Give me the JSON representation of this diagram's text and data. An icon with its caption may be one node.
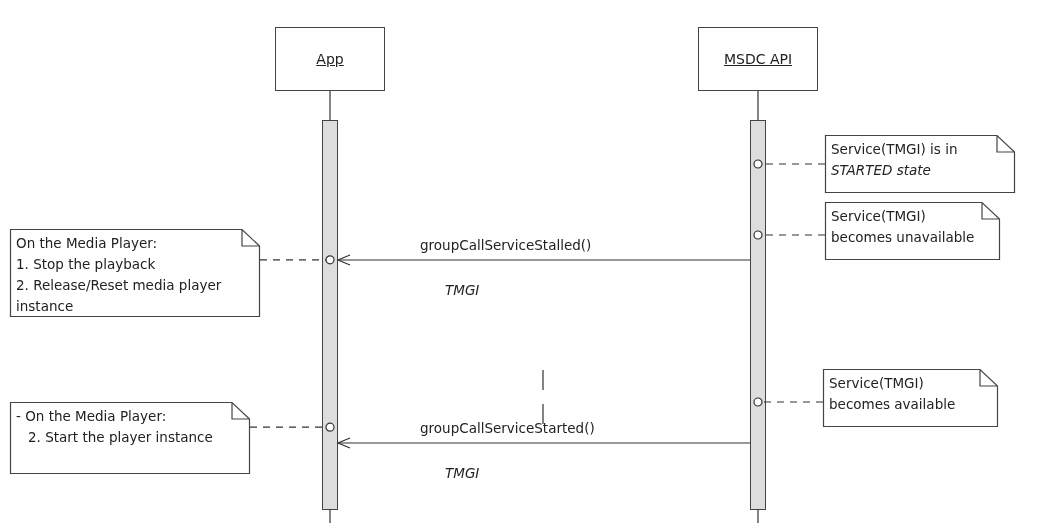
{
  "diagram": {
    "nodes": [
      {
        "text": [
          "App"
        ]
      },
      {
        "text": [
          "MSDC API"
        ]
      },
      {
        "text": [],
        "shape": "bar"
      },
      {
        "text": [],
        "shape": "bar"
      },
      {
        "text": [
          "On the Media Player:",
          "1. Stop the playback",
          "2. Release/Reset media player instance"
        ]
      },
      {
        "text": [
          "- On the Media Player:",
          "2. Start the player instance"
        ]
      },
      {
        "text": [
          "Service(TMGI) is in *STARTED state*"
        ]
      },
      {
        "text": [
          "Service(TMGI) becomes unavailable"
        ]
      },
      {
        "text": [
          "Service(TMGI) becomes available"
        ]
      }
    ],
    "edges": [
      {
        "from": 0,
        "to": 2,
        "arrow": "none"
      },
      {
        "from": 1,
        "to": 3,
        "arrow": "none"
      },
      {
        "from": 3,
        "to": 2,
        "arrow": "to",
        "label": "groupCallServiceStalled()"
      },
      {
        "from": 3,
        "to": 2,
        "arrow": "to",
        "label": "groupCallServiceStarted()"
      },
      {
        "from": 4,
        "to": 2,
        "arrow": "other",
        "style": "dashed"
      },
      {
        "from": 5,
        "to": 2,
        "arrow": "other",
        "style": "dashed"
      },
      {
        "from": 6,
        "to": 3,
        "arrow": "other",
        "style": "dashed"
      },
      {
        "from": 7,
        "to": 3,
        "arrow": "other",
        "style": "dashed"
      },
      {
        "from": 8,
        "to": 3,
        "arrow": "other",
        "style": "dashed"
      }
    ],
    "labels": [
      "TMGI",
      "TMGI"
    ]
  }
}
